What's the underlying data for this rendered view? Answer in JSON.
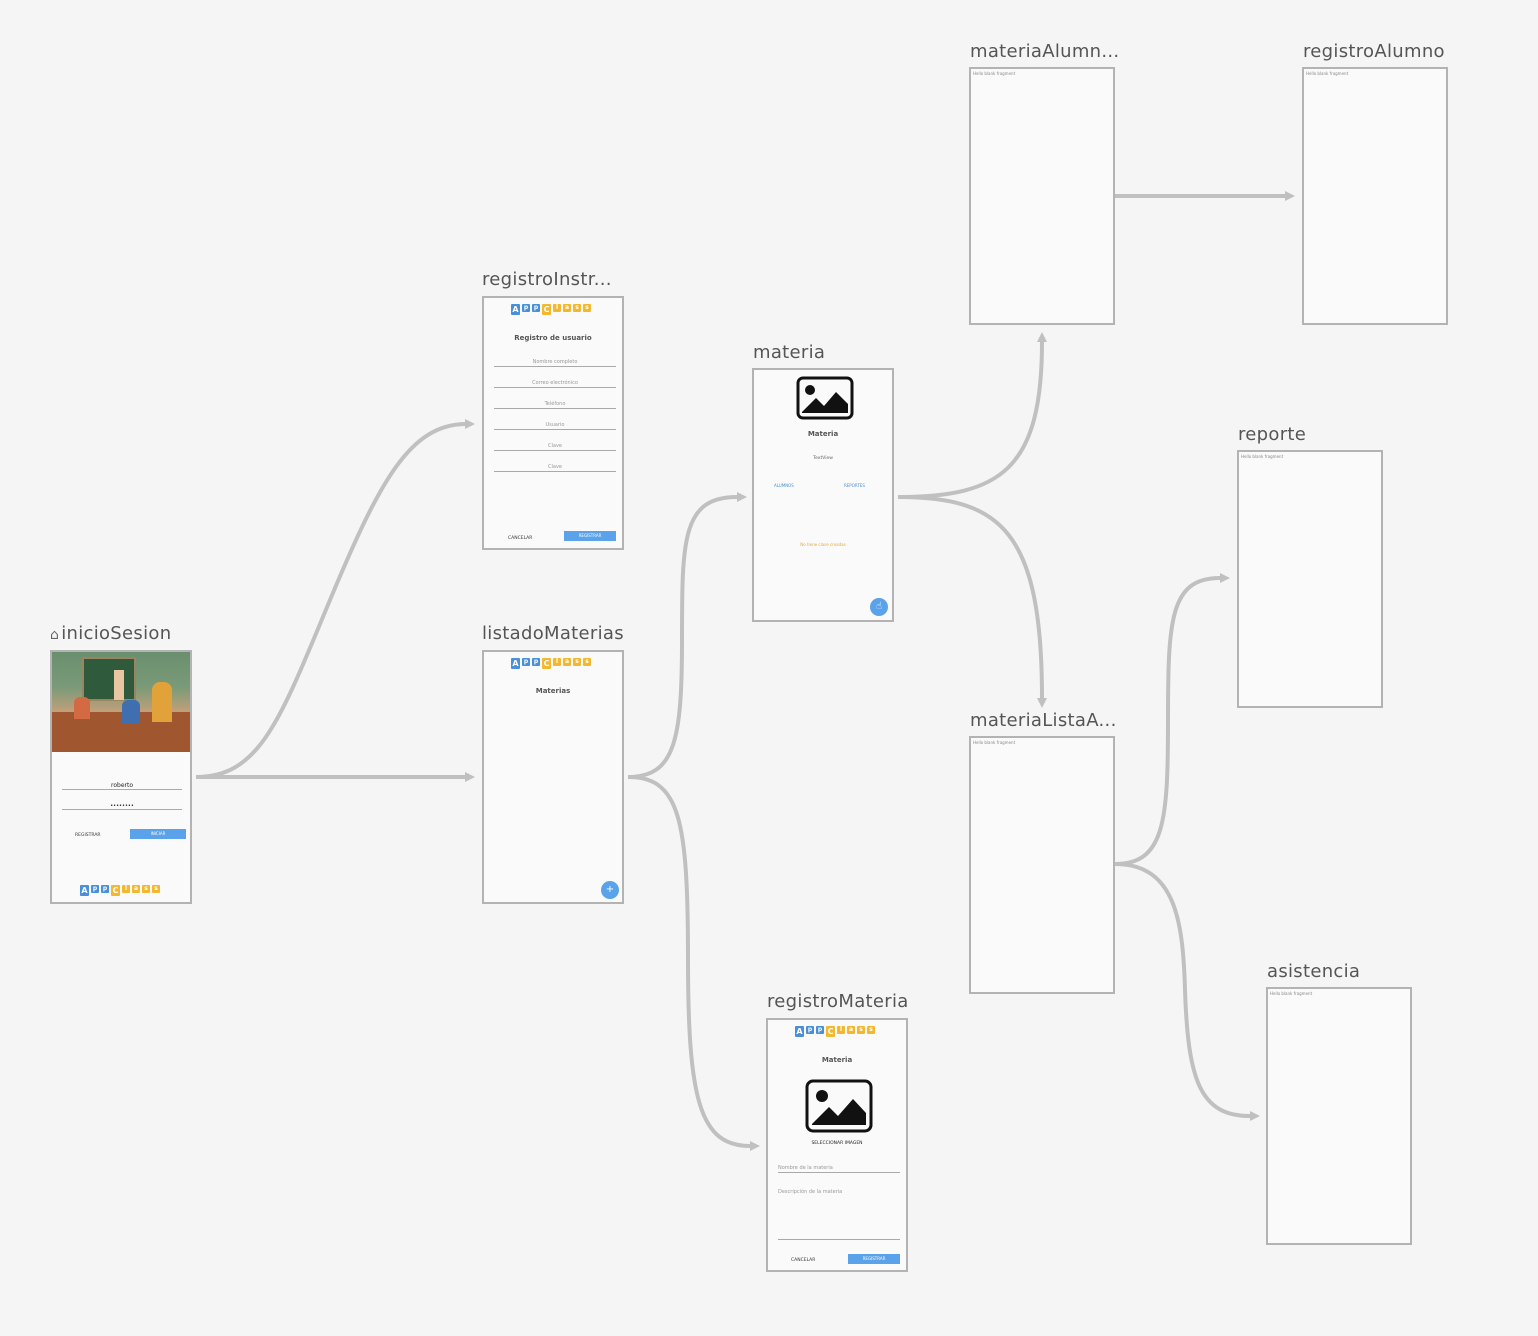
{
  "graph": {
    "destinations": {
      "inicioSesion": {
        "title": "inicioSesion",
        "home_icon": "home-icon"
      },
      "registroInstr": {
        "title": "registroInstr..."
      },
      "listadoMaterias": {
        "title": "listadoMaterias"
      },
      "materia": {
        "title": "materia"
      },
      "registroMateria": {
        "title": "registroMateria"
      },
      "materiaAlumn": {
        "title": "materiaAlumn..."
      },
      "registroAlumno": {
        "title": "registroAlumno"
      },
      "reporte": {
        "title": "reporte"
      },
      "materiaListaA": {
        "title": "materiaListaA..."
      },
      "asistencia": {
        "title": "asistencia"
      }
    }
  },
  "logo": [
    "A",
    "p",
    "p",
    "C",
    "l",
    "a",
    "s",
    "s"
  ],
  "inicioSesion": {
    "user": "roberto",
    "password": "••••••••",
    "register_label": "REGISTRAR",
    "login_label": "INICIAR"
  },
  "registroInstr": {
    "title": "Registro de usuario",
    "fields": [
      "Nombre completo",
      "Correo electrónico",
      "Teléfono",
      "Usuario",
      "Clave",
      "Clave"
    ],
    "cancel_label": "CANCELAR",
    "register_label": "REGISTRAR"
  },
  "listadoMaterias": {
    "title": "Materias",
    "fab_label": "+"
  },
  "materia": {
    "title": "Materia",
    "textview": "TextView",
    "students_link": "ALUMNOS",
    "reports_link": "REPORTES",
    "empty_text": "No tiene clase creadas",
    "image_icon": "image-icon",
    "fab_icon": "touch-icon"
  },
  "registroMateria": {
    "title": "Materia",
    "select_image": "SELECCIONAR IMAGEN",
    "name_placeholder": "Nombre de la materia",
    "description_placeholder": "Descripción de la materia",
    "cancel_label": "CANCELAR",
    "register_label": "REGISTRAR"
  },
  "blank_fragment_text": "Hello blank fragment"
}
